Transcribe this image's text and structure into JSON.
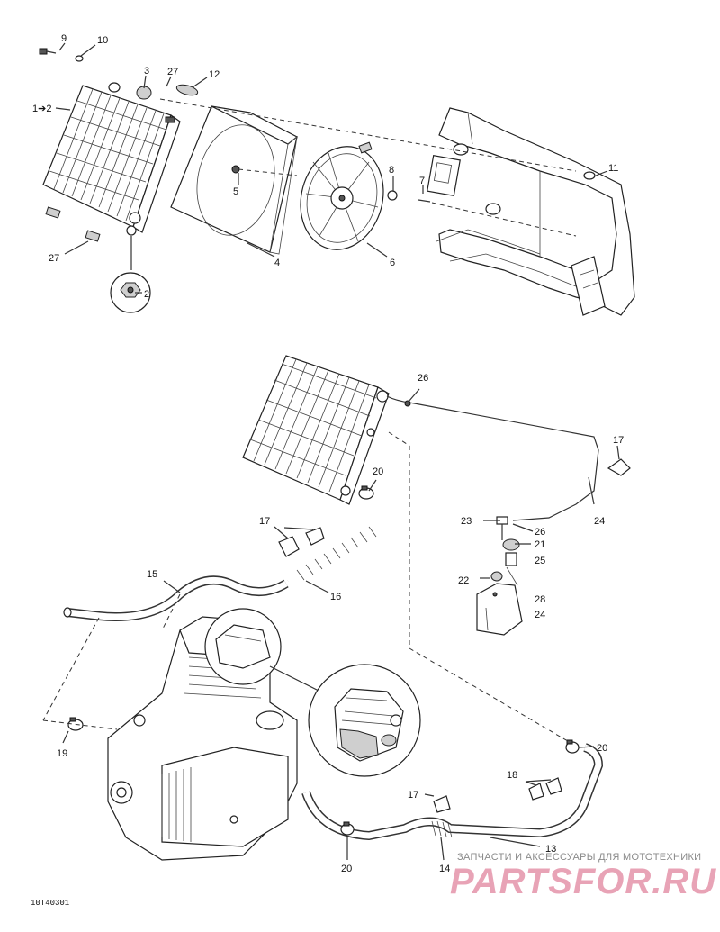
{
  "diagram_code": "10T40301",
  "watermark": {
    "tagline": "ЗАПЧАСТИ И АКСЕССУАРЫ ДЛЯ МОТОТЕХНИКИ",
    "brand": "PARTSFOR.RU"
  },
  "callouts": [
    {
      "id": "c9",
      "label": "9"
    },
    {
      "id": "c10",
      "label": "10"
    },
    {
      "id": "c3",
      "label": "3"
    },
    {
      "id": "c27a",
      "label": "27"
    },
    {
      "id": "c12",
      "label": "12"
    },
    {
      "id": "c1",
      "label": "1➔2"
    },
    {
      "id": "c5",
      "label": "5"
    },
    {
      "id": "c8",
      "label": "8"
    },
    {
      "id": "c7",
      "label": "7"
    },
    {
      "id": "c11",
      "label": "11"
    },
    {
      "id": "c27b",
      "label": "27"
    },
    {
      "id": "c4",
      "label": "4"
    },
    {
      "id": "c6",
      "label": "6"
    },
    {
      "id": "c2",
      "label": "2"
    },
    {
      "id": "c26a",
      "label": "26"
    },
    {
      "id": "c17a",
      "label": "17"
    },
    {
      "id": "c20a",
      "label": "20"
    },
    {
      "id": "c17b",
      "label": "17"
    },
    {
      "id": "c23",
      "label": "23"
    },
    {
      "id": "c26b",
      "label": "26"
    },
    {
      "id": "c24a",
      "label": "24"
    },
    {
      "id": "c21",
      "label": "21"
    },
    {
      "id": "c25",
      "label": "25"
    },
    {
      "id": "c15",
      "label": "15"
    },
    {
      "id": "c16",
      "label": "16"
    },
    {
      "id": "c22",
      "label": "22"
    },
    {
      "id": "c28",
      "label": "28"
    },
    {
      "id": "c24b",
      "label": "24"
    },
    {
      "id": "c19",
      "label": "19"
    },
    {
      "id": "c20b",
      "label": "20"
    },
    {
      "id": "c18",
      "label": "18"
    },
    {
      "id": "c17c",
      "label": "17"
    },
    {
      "id": "c13",
      "label": "13"
    },
    {
      "id": "c20c",
      "label": "20"
    },
    {
      "id": "c14",
      "label": "14"
    }
  ]
}
